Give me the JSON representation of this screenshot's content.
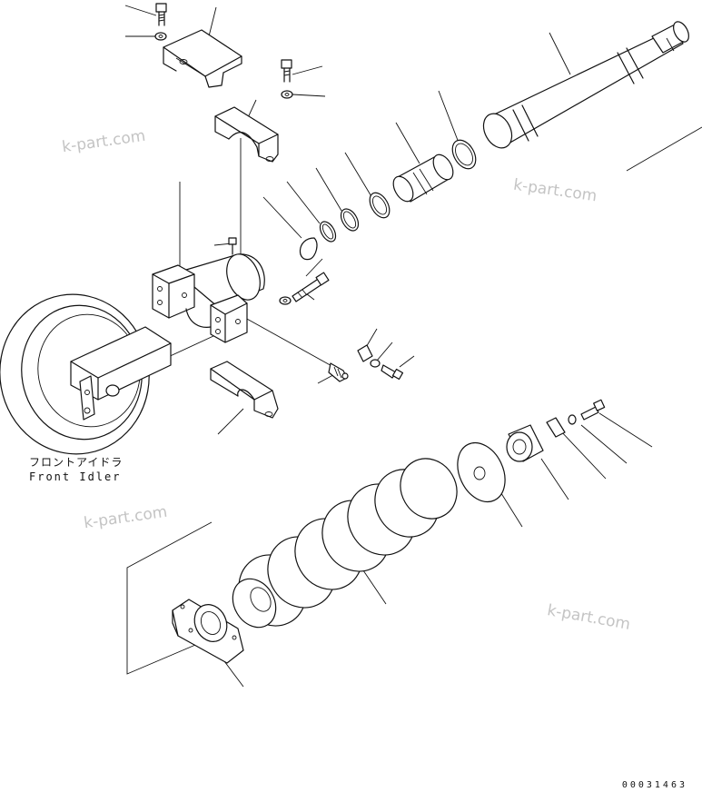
{
  "figure": {
    "label_front_idler_jp": "フロントアイドラ",
    "label_front_idler_en": "Front Idler",
    "drawing_number": "00031463"
  },
  "watermarks": [
    "k-part.com",
    "k-part.com",
    "k-part.com",
    "k-part.com"
  ],
  "colors": {
    "line": "#111111",
    "watermark": "#c4c4c4",
    "background": "#ffffff"
  }
}
